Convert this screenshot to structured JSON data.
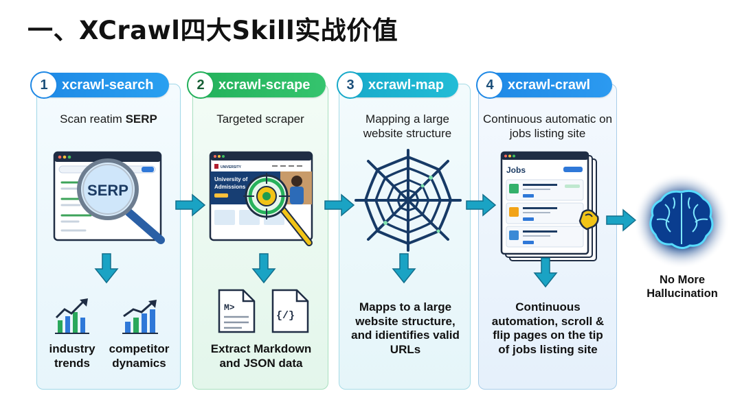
{
  "page": {
    "title": "一、XCrawl四大Skill实战价值"
  },
  "skills": [
    {
      "num": "1",
      "name": "xcrawl-search",
      "subtitle_plain": "Scan reatim ",
      "subtitle_bold": "SERP",
      "illustration_text": "SERP",
      "outputs": [
        {
          "label": "industry trends",
          "icon": "uptrend-chart-icon"
        },
        {
          "label": "competitor dynamics",
          "icon": "bar-chart-icon"
        }
      ]
    },
    {
      "num": "2",
      "name": "xcrawl-scrape",
      "subtitle": "Targeted scraper",
      "site_logo": "UNIVERSITY",
      "site_headline": "University of Admissions",
      "file_icons": [
        "M>",
        "{/}"
      ],
      "output": "Extract Markdown and JSON data"
    },
    {
      "num": "3",
      "name": "xcrawl-map",
      "subtitle": "Mapping a large website structure",
      "output": "Mapps to a large website structure, and idientifies valid URLs"
    },
    {
      "num": "4",
      "name": "xcrawl-crawl",
      "subtitle": "Continuous automatic on jobs listing site",
      "jobs_title": "Jobs",
      "output": "Continuous automation, scroll & flip pages on the tip of jobs listing site"
    }
  ],
  "result": {
    "label": "No More Hallucination",
    "icon": "glowing-brain-icon"
  },
  "colors": {
    "blue": "#1e88e5",
    "green": "#22b05a",
    "teal": "#17a9c9",
    "arrow": "#1aa3c4"
  }
}
